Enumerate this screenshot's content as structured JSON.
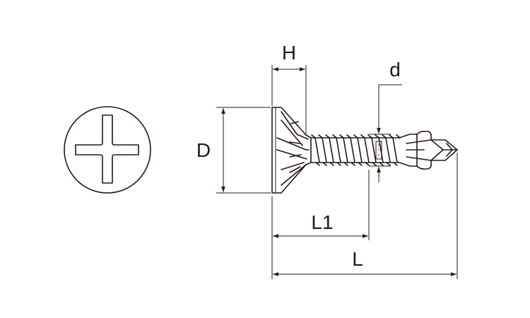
{
  "diagram": {
    "labels": {
      "head_height": "H",
      "head_diameter": "D",
      "thread_diameter": "d",
      "thread_length": "L1",
      "total_length": "L"
    }
  }
}
